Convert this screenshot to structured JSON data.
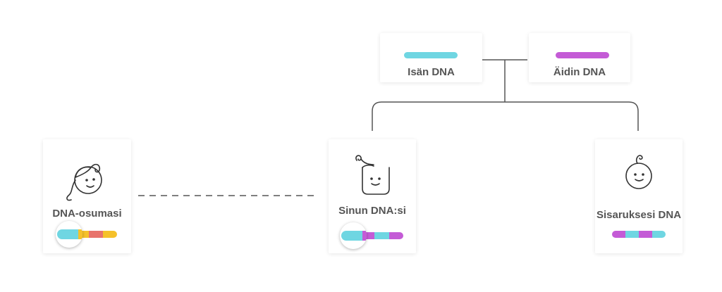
{
  "parents": {
    "father": {
      "label": "Isän DNA",
      "color": "#6fd6e2"
    },
    "mother": {
      "label": "Äidin DNA",
      "color": "#c45bd6"
    }
  },
  "people": {
    "match": {
      "label": "DNA-osumasi",
      "segments": [
        "#6fd6e2",
        "#f5c12a",
        "#e8736c",
        "#f5c12a"
      ]
    },
    "you": {
      "label": "Sinun DNA:si",
      "segments": [
        "#6fd6e2",
        "#c45bd6",
        "#6fd6e2",
        "#c45bd6"
      ]
    },
    "sibling": {
      "label": "Sisaruksesi DNA",
      "segments": [
        "#c45bd6",
        "#6fd6e2",
        "#c45bd6",
        "#6fd6e2"
      ]
    }
  },
  "colors": {
    "line": "#555555",
    "text": "#555555"
  },
  "icons": {
    "match": "girl-face-icon",
    "you": "toddler-face-icon",
    "sibling": "baby-face-icon"
  }
}
